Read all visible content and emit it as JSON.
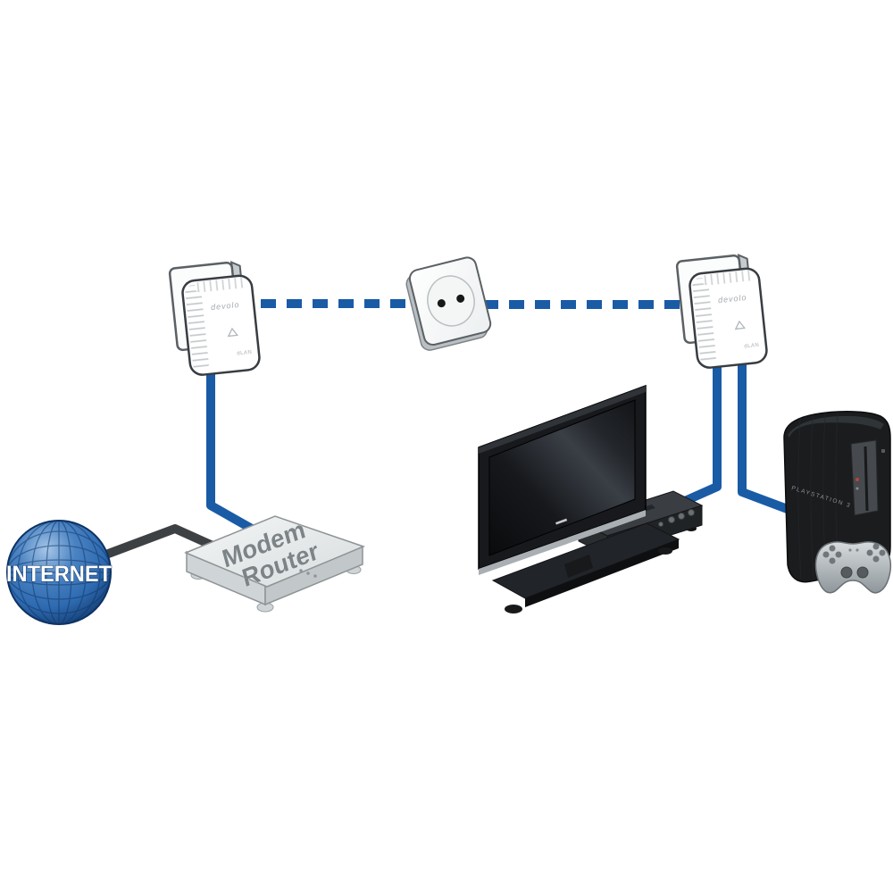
{
  "diagram": {
    "internet_label": "INTERNET",
    "router_label_line1": "Modem",
    "router_label_line2": "Router",
    "adapter_left_brand": "devolo",
    "adapter_left_model": "dLAN",
    "adapter_right_brand": "devolo",
    "adapter_right_model": "dLAN",
    "console_label": "PLAYSTATION 3",
    "colors": {
      "powerline_link_blue": "#1a5ba6",
      "internet_cable_gray": "#3e4144",
      "globe_blue": "#2e6ab0",
      "router_gray": "#dfe3e4",
      "tv_black": "#16181b",
      "ps3_black": "#1a1c1e",
      "controller_silver": "#b9bec1",
      "device_white": "#ffffff"
    }
  }
}
